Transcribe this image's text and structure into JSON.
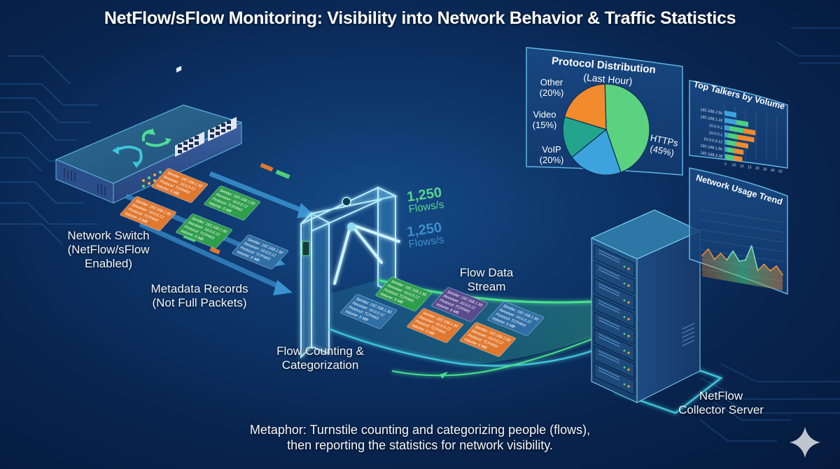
{
  "title": "NetFlow/sFlow Monitoring: Visibility into Network Behavior & Traffic Statistics",
  "labels": {
    "switch": [
      "Network Switch",
      "(NetFlow/sFlow",
      "Enabled)"
    ],
    "metadata": [
      "Metadata Records",
      "(Not Full Packets)"
    ],
    "turnstile": [
      "Flow Counting &",
      "Categorization"
    ],
    "stream": [
      "Flow Data",
      "Stream"
    ],
    "collector": [
      "NetFlow",
      "Collector Server"
    ]
  },
  "flow_rates": [
    {
      "value": "1,250",
      "unit": "Flows/s",
      "color": "#58d68d"
    },
    {
      "value": "1,250",
      "unit": "Flows/s",
      "color": "#3e8fd0"
    }
  ],
  "flow_record": {
    "lines": [
      "Sender: 192.168.1.50",
      "Receiver: 10.0.0.12",
      "Protocol: TCP/443",
      "Volume: 5 MB"
    ]
  },
  "record_colors": {
    "orange": "#e0782f",
    "green": "#2e9e4a",
    "blue": "#2f6fa6",
    "purple": "#5a4a8e"
  },
  "caption": [
    "Metaphor: Turnstile counting and categorizing people (flows),",
    "then reporting the statistics for network visibility."
  ],
  "chart_data": [
    {
      "type": "pie",
      "title": "Protocol Distribution",
      "subtitle": "(Last Hour)",
      "slices": [
        {
          "label": "HTTPs",
          "value": 45,
          "display": "(45%)",
          "color": "#5ad27f"
        },
        {
          "label": "VoIP",
          "value": 20,
          "display": "(20%)",
          "color": "#3da3dc"
        },
        {
          "label": "Video",
          "value": 15,
          "display": "(15%)",
          "color": "#23a58d"
        },
        {
          "label": "Other",
          "value": 20,
          "display": "(20%)",
          "color": "#f28a2e"
        }
      ]
    },
    {
      "type": "bar",
      "orientation": "horizontal",
      "stacked": true,
      "title": "Top Talkers by Volume",
      "categories": [
        "192.168.2.50",
        "192.168.1.16",
        "10.0.0.1",
        "10.0.0.1",
        "10.0.0.0.12",
        "192.168.1.50",
        "192.168.3.28"
      ],
      "series": [
        {
          "name": "blue",
          "color": "#3da3dc",
          "values": [
            10,
            10,
            4,
            3,
            2,
            2,
            1
          ]
        },
        {
          "name": "green",
          "color": "#4fcf7d",
          "values": [
            0,
            10,
            12,
            8,
            8,
            6,
            7
          ]
        },
        {
          "name": "orange",
          "color": "#f28a2e",
          "values": [
            0,
            0,
            10,
            14,
            10,
            8,
            7
          ]
        }
      ],
      "xticks": [
        "0",
        "50",
        "10",
        "15",
        "20",
        "30",
        "40",
        "50"
      ],
      "xlim": [
        0,
        50
      ]
    },
    {
      "type": "line",
      "title": "Network Usage Trend",
      "x": [
        0,
        1,
        2,
        3,
        4,
        5,
        6,
        7,
        8,
        9,
        10,
        11,
        12,
        13
      ],
      "values": [
        40,
        55,
        38,
        52,
        42,
        62,
        45,
        50,
        80,
        35,
        50,
        40,
        52,
        38
      ],
      "grid": true
    }
  ],
  "watermark": {
    "icon": "sparkle-icon",
    "color": "#c0c6d0"
  }
}
